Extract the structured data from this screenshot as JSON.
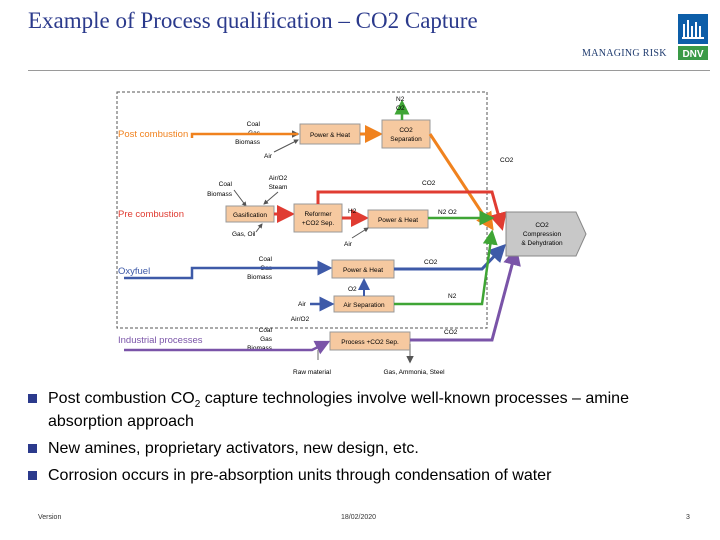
{
  "title": "Example of Process qualification – CO2 Capture",
  "brand": {
    "tagline": "MANAGING RISK",
    "logo_text": "DNV"
  },
  "diagram": {
    "rows": {
      "post": "Post combustion",
      "pre": "Pre combustion",
      "oxy": "Oxyfuel",
      "industrial": "Industrial processes"
    },
    "inputs": {
      "post_fuels": [
        "Coal",
        "Gas",
        "Biomass"
      ],
      "pre_fuels": [
        "Coal",
        "Biomass"
      ],
      "oxy_fuels": [
        "Coal",
        "Gas",
        "Biomass"
      ],
      "ind_fuels": [
        "Coal",
        "Gas",
        "Biomass"
      ],
      "air": "Air",
      "air_o2_steam": [
        "Air/O2",
        "Steam"
      ],
      "gas_oil": "Gas, Oil",
      "air_o2": "Air/O2",
      "raw_material": "Raw material",
      "products": "Gas, Ammonia, Steel"
    },
    "boxes": {
      "power_heat": "Power & Heat",
      "co2_separation": [
        "CO2",
        "Separation"
      ],
      "gasification": "Gasification",
      "reformer": [
        "Reformer",
        "+CO2 Sep."
      ],
      "air_separation": "Air Separation",
      "process": "Process +CO2 Sep.",
      "compression": [
        "CO2",
        "Compression",
        "& Dehydration"
      ]
    },
    "flows": {
      "n2_o2": [
        "N2",
        "O2"
      ],
      "co2": "CO2",
      "h2": "H2",
      "n2o2": "N2 O2",
      "n2": "N2",
      "o2": "O2"
    }
  },
  "bullets": [
    {
      "text": "Post combustion CO",
      "sub": "2",
      "text2": " capture technologies involve well-known processes – amine absorption approach"
    },
    {
      "text": "New amines, proprietary activators, new design, etc.",
      "sub": "",
      "text2": ""
    },
    {
      "text": "Corrosion occurs in pre-absorption units through condensation of water",
      "sub": "",
      "text2": ""
    }
  ],
  "footer": {
    "left": "Version",
    "date": "18/02/2020",
    "page": "3"
  },
  "colors": {
    "title": "#2b3a8c",
    "post": "#f0821e",
    "pre": "#e03c32",
    "oxy": "#3e5aa8",
    "industrial": "#7a54a8",
    "green": "#3fa535",
    "box": "#f6c9a0",
    "compression": "#c8c8c8"
  }
}
